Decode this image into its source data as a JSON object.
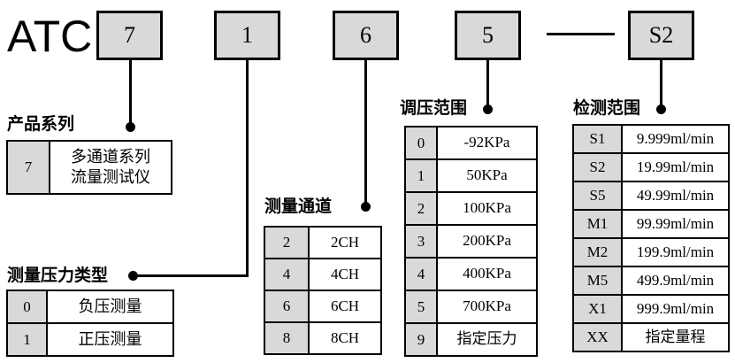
{
  "title": "ATC",
  "code_boxes": [
    {
      "label": "7"
    },
    {
      "label": "1"
    },
    {
      "label": "6"
    },
    {
      "label": "5"
    },
    {
      "label": "S2"
    }
  ],
  "sections": {
    "product_series": {
      "heading": "产品系列",
      "rows": [
        {
          "code": "7",
          "value": "多通道系列\n流量测试仪"
        }
      ]
    },
    "pressure_type": {
      "heading": "测量压力类型",
      "rows": [
        {
          "code": "0",
          "value": "负压测量"
        },
        {
          "code": "1",
          "value": "正压测量"
        }
      ]
    },
    "channels": {
      "heading": "测量通道",
      "rows": [
        {
          "code": "2",
          "value": "2CH"
        },
        {
          "code": "4",
          "value": "4CH"
        },
        {
          "code": "6",
          "value": "6CH"
        },
        {
          "code": "8",
          "value": "8CH"
        }
      ]
    },
    "pressure_range": {
      "heading": "调压范围",
      "rows": [
        {
          "code": "0",
          "value": "-92KPa"
        },
        {
          "code": "1",
          "value": "50KPa"
        },
        {
          "code": "2",
          "value": "100KPa"
        },
        {
          "code": "3",
          "value": "200KPa"
        },
        {
          "code": "4",
          "value": "400KPa"
        },
        {
          "code": "5",
          "value": "700KPa"
        },
        {
          "code": "9",
          "value": "指定压力"
        }
      ]
    },
    "detection_range": {
      "heading": "检测范围",
      "rows": [
        {
          "code": "S1",
          "value": "9.999ml/min"
        },
        {
          "code": "S2",
          "value": "19.99ml/min"
        },
        {
          "code": "S5",
          "value": "49.99ml/min"
        },
        {
          "code": "M1",
          "value": "99.99ml/min"
        },
        {
          "code": "M2",
          "value": "199.9ml/min"
        },
        {
          "code": "M5",
          "value": "499.9ml/min"
        },
        {
          "code": "X1",
          "value": "999.9ml/min"
        },
        {
          "code": "XX",
          "value": "指定量程"
        }
      ]
    }
  },
  "colors": {
    "box_fill": "#d9d9d9",
    "border": "#000000",
    "background": "#ffffff"
  }
}
